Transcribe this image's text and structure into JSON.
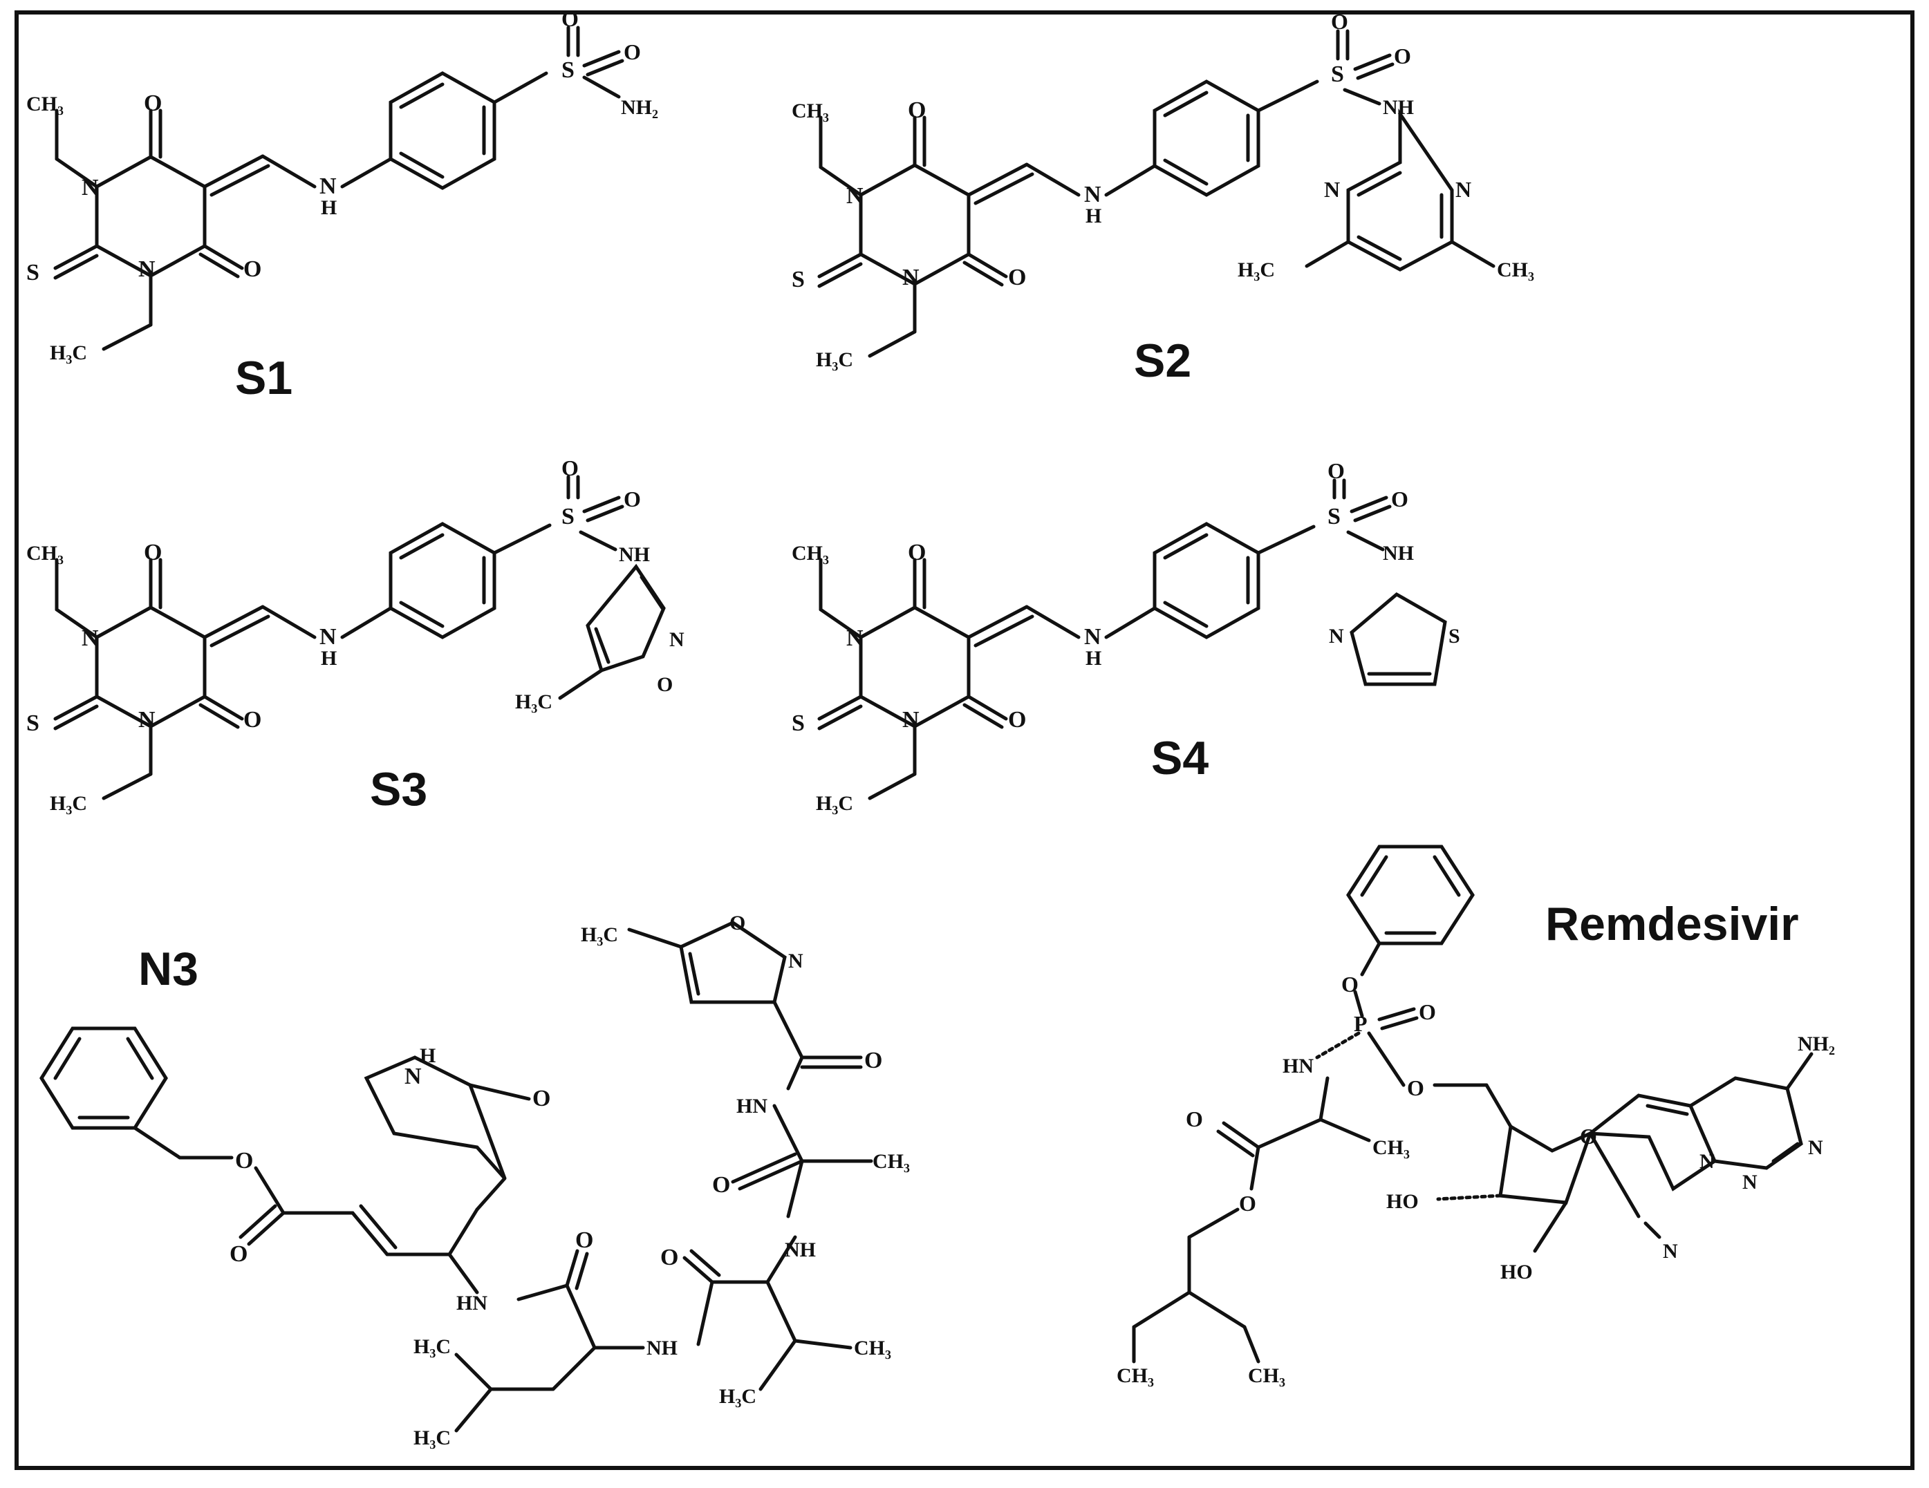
{
  "figure": {
    "captions": [
      "S1",
      "S2",
      "S3",
      "S4",
      "N3",
      "Remdesivir"
    ]
  },
  "labels": {
    "ch3": "CH₃",
    "h3c": "H₃C",
    "o": "O",
    "n": "N",
    "s": "S",
    "h": "H",
    "nh": "NH",
    "hn": "HN",
    "nh2": "NH₂",
    "p": "P",
    "ho": "HO"
  }
}
